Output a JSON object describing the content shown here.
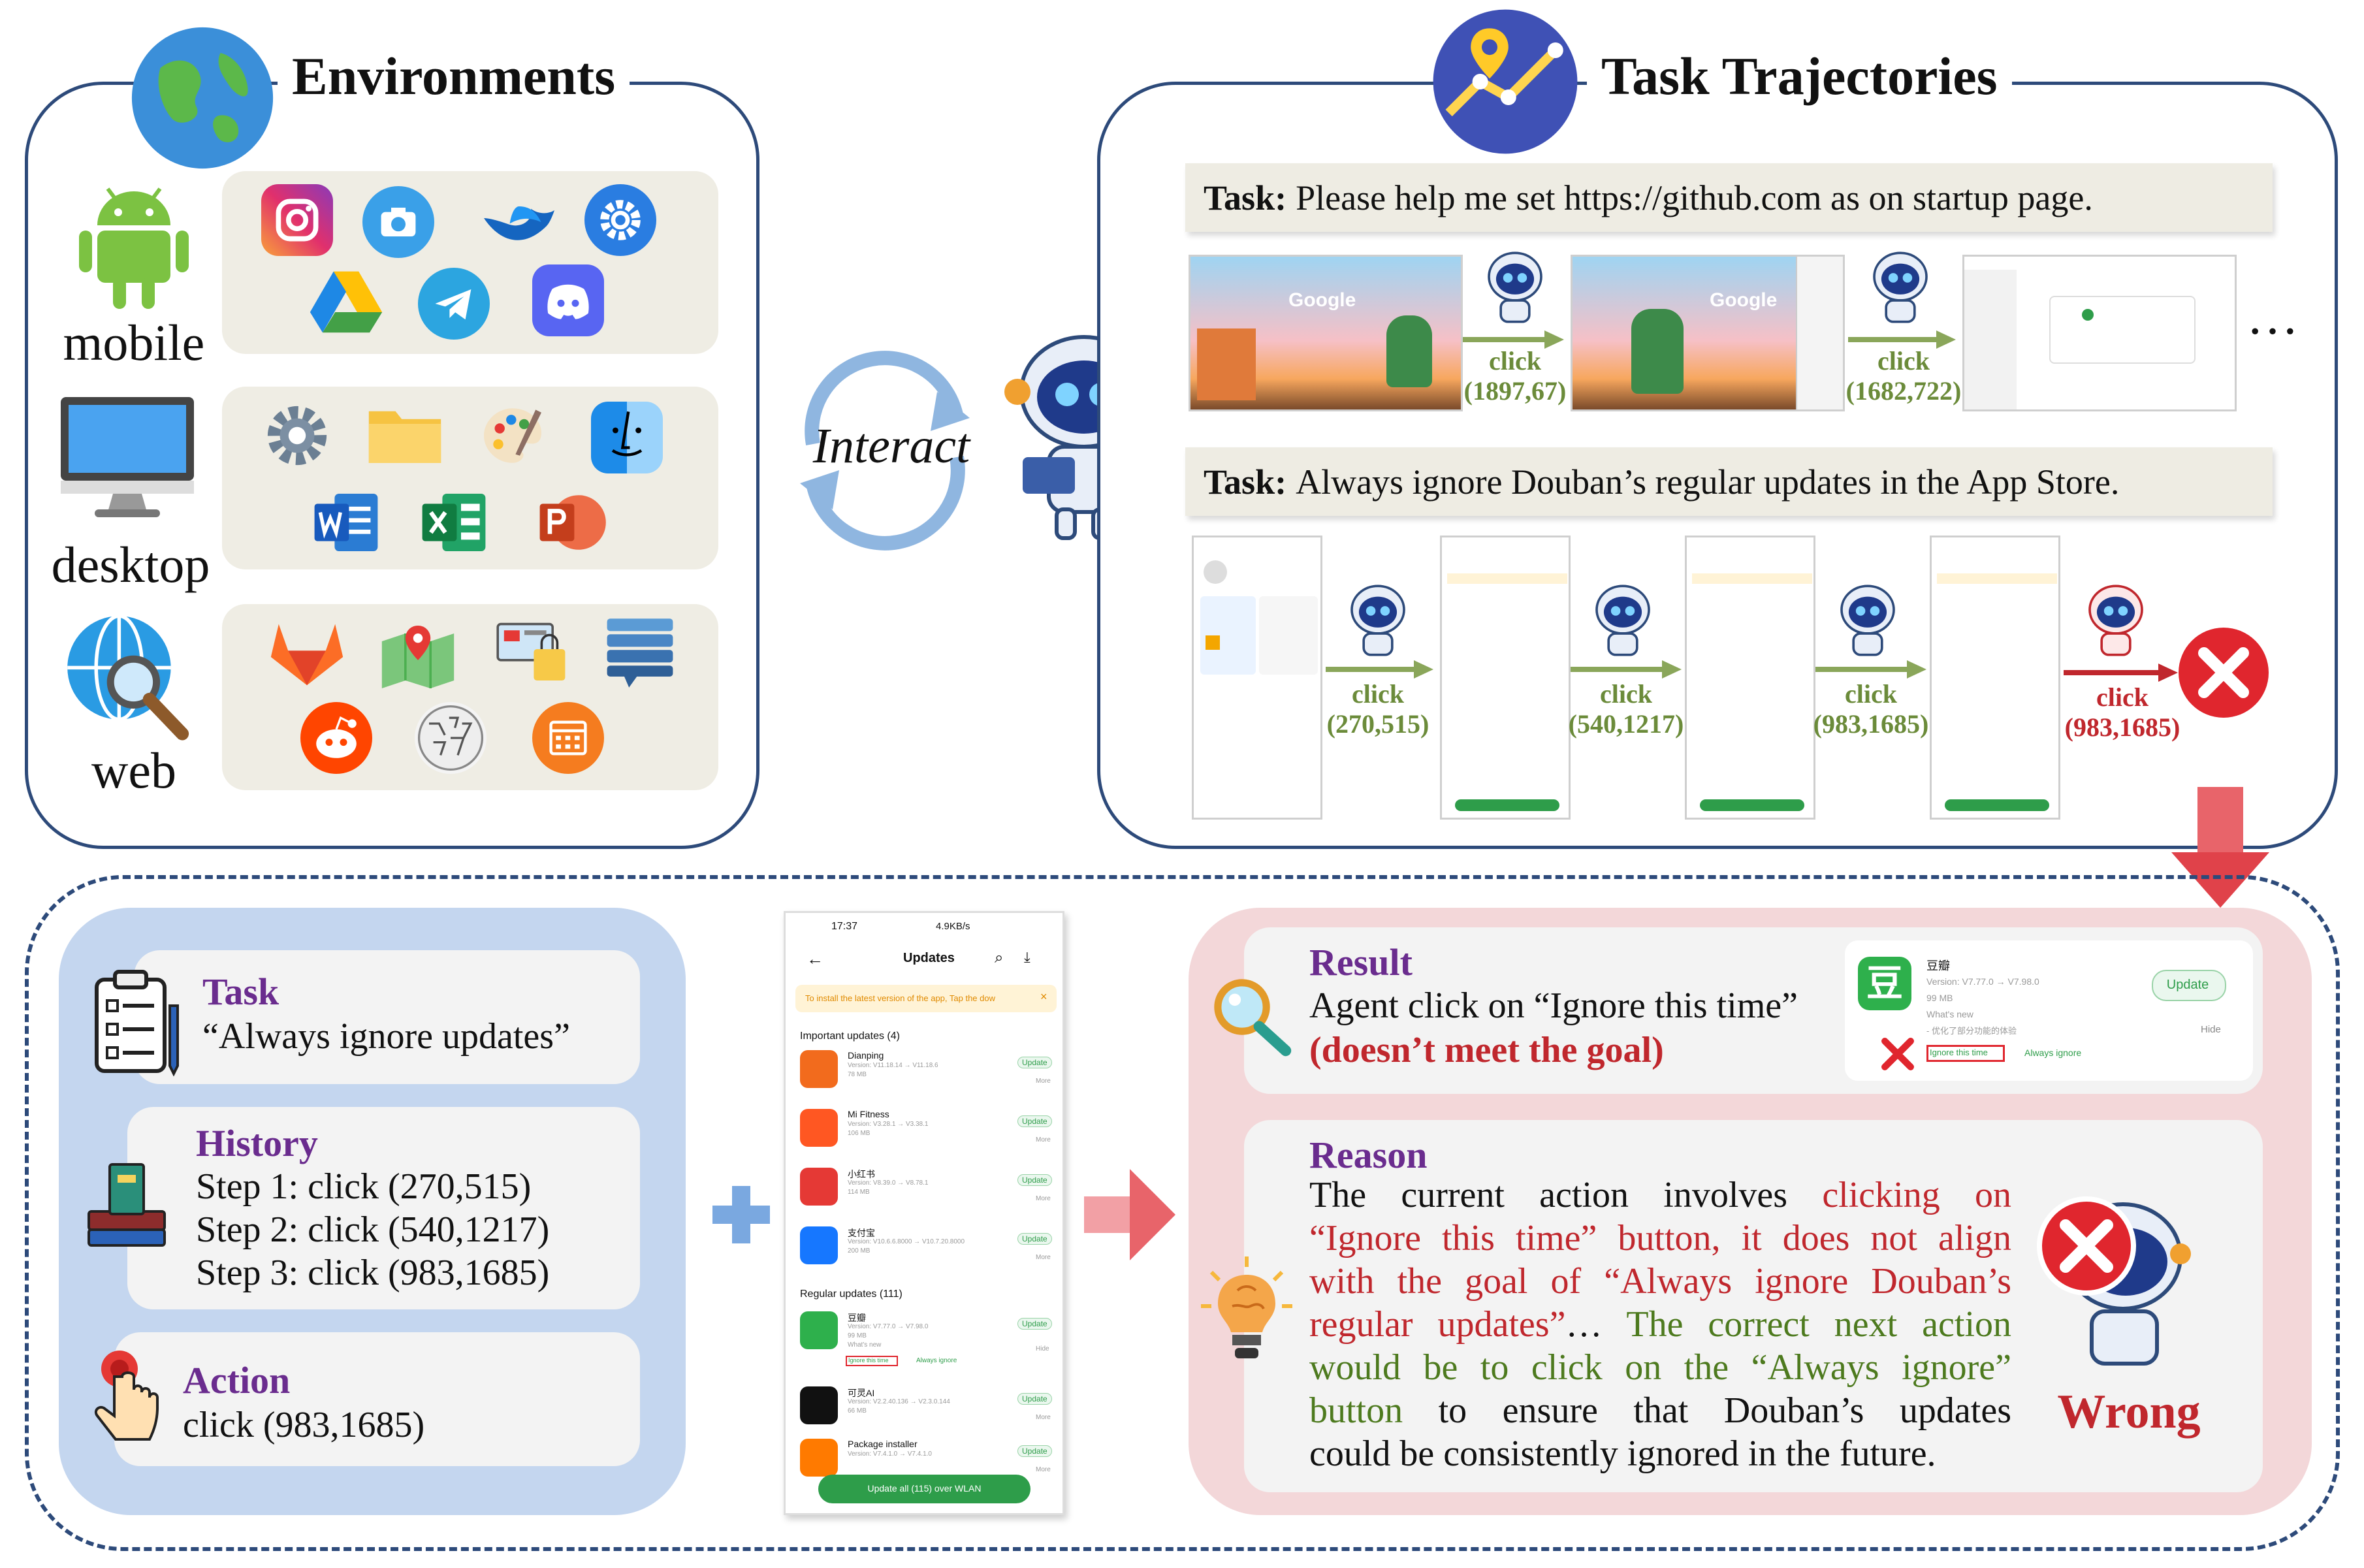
{
  "environments": {
    "title": "Environments",
    "labels": {
      "mobile": "mobile",
      "desktop": "desktop",
      "web": "web"
    }
  },
  "trajectories": {
    "title": "Task Trajectories",
    "task1": {
      "prefix": "Task:",
      "text": "Please help me set https://github.com as on startup page.",
      "clicks": [
        "click\n(1897,67)",
        "click\n(1682,722)"
      ],
      "ellipsis": "…",
      "google": "Google"
    },
    "task2": {
      "prefix": "Task:",
      "text": "Always ignore Douban’s regular updates in the App Store.",
      "clicks": [
        "click\n(270,515)",
        "click\n(540,1217)",
        "click\n(983,1685)",
        "click\n(983,1685)"
      ]
    }
  },
  "interact": "Interact",
  "bottom_left": {
    "task": {
      "header": "Task",
      "text": "“Always ignore updates”"
    },
    "history": {
      "header": "History",
      "steps": [
        "Step 1: click (270,515)",
        "Step 2: click (540,1217)",
        "Step 3: click (983,1685)"
      ]
    },
    "action": {
      "header": "Action",
      "text": "click (983,1685)"
    }
  },
  "phone": {
    "status_time": "17:37",
    "status_right": "4.9KB/s",
    "title": "Updates",
    "banner": "To install the latest version of the app, Tap the dow",
    "important_header": "Important updates (4)",
    "important": [
      {
        "name": "Dianping",
        "ver": "Version: V11.18.14 → V11.18.6",
        "size": "78 MB"
      },
      {
        "name": "Mi Fitness",
        "ver": "Version: V3.28.1 → V3.38.1",
        "size": "106 MB"
      },
      {
        "name": "小红书",
        "ver": "Version: V8.39.0 → V8.78.1",
        "size": "114 MB"
      },
      {
        "name": "支付宝",
        "ver": "Version: V10.6.6.8000 → V10.7.20.8000",
        "size": "200 MB"
      }
    ],
    "regular_header": "Regular updates (111)",
    "regular": [
      {
        "name": "豆瓣",
        "ver": "Version: V7.77.0 → V7.98.0",
        "size": "99 MB"
      },
      {
        "name": "可灵AI",
        "ver": "Version: V2.2.40.136 → V2.3.0.144",
        "size": "66 MB"
      },
      {
        "name": "Package installer",
        "ver": "Version: V7.4.1.0 → V7.4.1.0",
        "size": ""
      }
    ],
    "update_label": "Update",
    "more_label": "More",
    "hide_label": "Hide",
    "ignore_time": "Ignore this time",
    "always_ignore": "Always ignore",
    "whats_new": "What's new",
    "update_all": "Update all (115) over WLAN"
  },
  "result": {
    "header": "Result",
    "line1": "Agent click on “Ignore this time”",
    "line2": "(doesn’t meet the goal)",
    "mini": {
      "name": "豆瓣",
      "ver": "Version: V7.77.0 → V7.98.0",
      "size": "99 MB",
      "whats_new": "What's new",
      "desc": "- 优化了部分功能的体验",
      "update": "Update",
      "hide": "Hide",
      "ignore": "Ignore this time",
      "always": "Always ignore"
    }
  },
  "reason": {
    "header": "Reason",
    "lines": [
      [
        {
          "t": "The current action involves ",
          "c": "black"
        },
        {
          "t": "clicking on",
          "c": "red"
        }
      ],
      [
        {
          "t": "“Ignore this time” button, it does not align",
          "c": "red"
        }
      ],
      [
        {
          "t": "with the goal of “Always ignore Douban’s",
          "c": "red"
        }
      ],
      [
        {
          "t": "regular updates”",
          "c": "red"
        },
        {
          "t": "… ",
          "c": "black"
        },
        {
          "t": "The correct next action",
          "c": "green"
        }
      ],
      [
        {
          "t": "would be to click on the “Always ignore”",
          "c": "green"
        }
      ],
      [
        {
          "t": "button",
          "c": "green"
        },
        {
          "t": " to ensure that Douban’s updates",
          "c": "black"
        }
      ],
      [
        {
          "t": "could be consistently ignored in the future.",
          "c": "black"
        }
      ]
    ]
  },
  "wrong": "Wrong",
  "colors": {
    "navy": "#2d4a7a",
    "purple": "#6a2c8e",
    "red": "#c0272d",
    "green": "#4d7a1e",
    "arrow_green": "#8aa65a"
  }
}
